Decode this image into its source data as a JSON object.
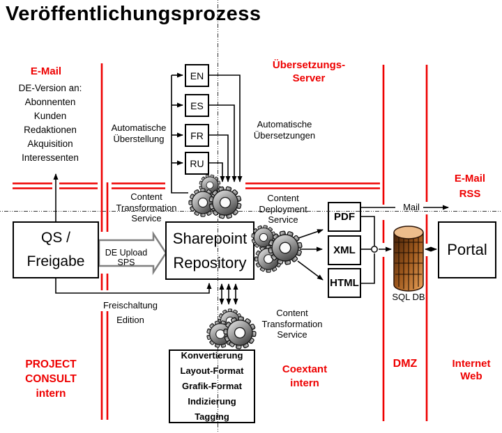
{
  "title": "Veröffentlichungsprozess",
  "colors": {
    "accent_red": "#ee0000",
    "gear_gray": "#555555",
    "db_orange": "#a05a1e"
  },
  "icons": {
    "gears": "gear-cluster-icon",
    "database": "database-cylinder-icon",
    "block_arrow": "right-block-arrow-shape"
  },
  "zones": {
    "email_top_heading": "E-Mail",
    "uebersetzungs_server": "Übersetzungs-\nServer",
    "email_rss": "E-Mail\nRSS",
    "project_consult": "PROJECT\nCONSULT\nintern",
    "coextant": "Coextant\nintern",
    "dmz": "DMZ",
    "internet_web": "Internet\nWeb"
  },
  "labels": {
    "de_version_list": "DE-Version an:\nAbonnenten\nKunden\nRedaktionen\nAkquisition\nInteressenten",
    "auto_ueberstellung": "Automatische\nÜberstellung",
    "auto_uebersetzungen": "Automatische\nÜbersetzungen",
    "content_transformation_top": "Content\nTransformation\nService",
    "content_deployment": "Content\nDeployment\nService",
    "content_transformation_bottom": "Content\nTransformation\nService",
    "freischaltung": "Freischaltung",
    "edition": "Edition",
    "mail": "Mail",
    "de_upload_sps": "DE Upload SPS",
    "sql_db": "SQL DB"
  },
  "boxes": {
    "qs_freigabe": "QS /\nFreigabe",
    "sharepoint_repository": "Sharepoint\nRepository",
    "portal": "Portal",
    "languages": [
      "EN",
      "ES",
      "FR",
      "RU"
    ],
    "formats": [
      "PDF",
      "XML",
      "HTML"
    ],
    "konvertierung_steps": [
      "Konvertierung",
      "Layout-Format",
      "Grafik-Format",
      "Indizierung",
      "Tagging"
    ]
  }
}
